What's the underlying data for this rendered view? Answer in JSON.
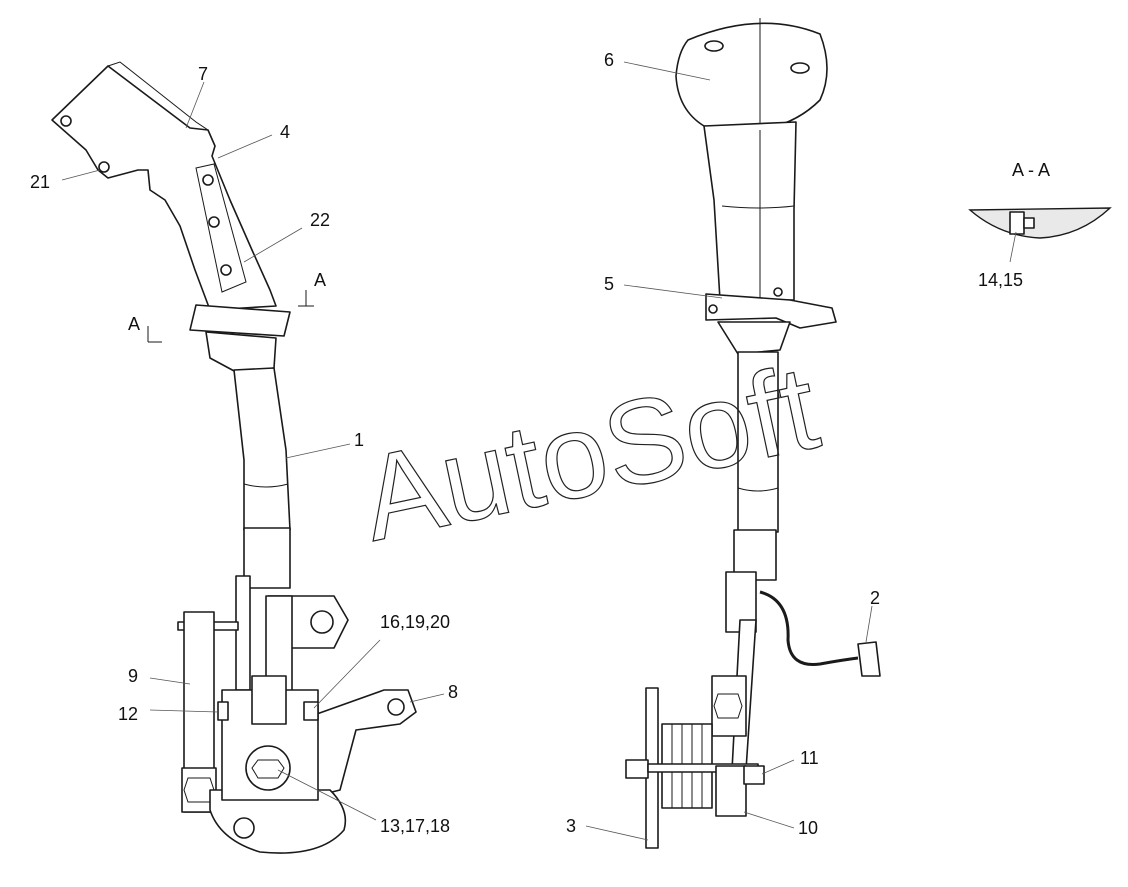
{
  "watermark": "AutoSoft",
  "section_title": "A - A",
  "section_marks": [
    "A",
    "A"
  ],
  "callouts": {
    "c1": "1",
    "c2": "2",
    "c3": "3",
    "c4": "4",
    "c5": "5",
    "c6": "6",
    "c7": "7",
    "c8": "8",
    "c9": "9",
    "c10": "10",
    "c11": "11",
    "c12": "12",
    "c13": "13,17,18",
    "c14": "14,15",
    "c16": "16,19,20",
    "c21": "21",
    "c22": "22"
  }
}
